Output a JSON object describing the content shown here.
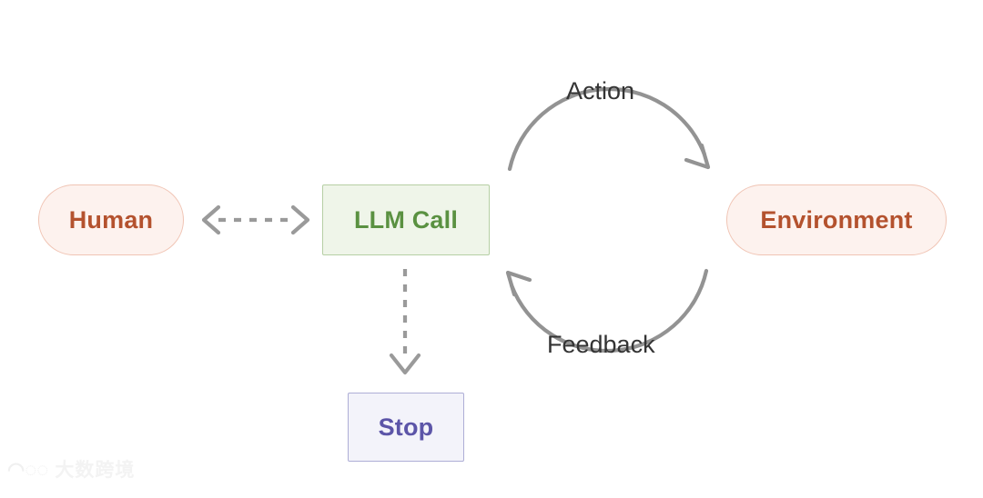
{
  "diagram": {
    "title": "LLM agent loop diagram",
    "nodes": [
      {
        "id": "human",
        "label": "Human",
        "shape": "pill",
        "fill": "#fdf2ee",
        "border": "#f0c4b4",
        "text_color": "#b4522e"
      },
      {
        "id": "llm_call",
        "label": "LLM Call",
        "shape": "rectangle",
        "fill": "#eff5e9",
        "border": "#b6cfa4",
        "text_color": "#5a9141"
      },
      {
        "id": "environment",
        "label": "Environment",
        "shape": "pill",
        "fill": "#fdf2ee",
        "border": "#f0c4b4",
        "text_color": "#b4522e"
      },
      {
        "id": "stop",
        "label": "Stop",
        "shape": "rectangle",
        "fill": "#f3f3fa",
        "border": "#aeaed6",
        "text_color": "#5c55a8"
      }
    ],
    "edges": [
      {
        "id": "human-llm",
        "from": "human",
        "to": "llm_call",
        "label": "",
        "style": "dashed",
        "arrow": "both",
        "color": "#9a9a9a"
      },
      {
        "id": "llm-environment",
        "from": "llm_call",
        "to": "environment",
        "label": "Action",
        "style": "solid-arc",
        "arrow": "end",
        "color": "#939393"
      },
      {
        "id": "environment-llm",
        "from": "environment",
        "to": "llm_call",
        "label": "Feedback",
        "style": "solid-arc",
        "arrow": "end",
        "color": "#939393"
      },
      {
        "id": "llm-stop",
        "from": "llm_call",
        "to": "stop",
        "label": "",
        "style": "dashed",
        "arrow": "end",
        "color": "#9a9a9a"
      }
    ],
    "labels": {
      "action": "Action",
      "feedback": "Feedback"
    }
  },
  "watermark": {
    "mark": "◠◌◌",
    "text": "大数跨境"
  }
}
